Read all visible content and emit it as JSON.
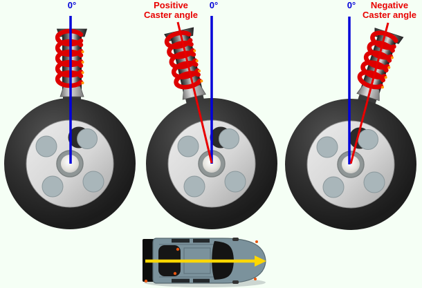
{
  "background_color": "#F5FFF5",
  "palette": {
    "axis_blue": "#0000D8",
    "caster_red": "#E80000",
    "spring_red": "#DD0000",
    "arrow_yellow": "#FFD700",
    "tire_dark": "#1E1E1E",
    "rim_gray": "#D6D6D6",
    "car_body": "#7B929C"
  },
  "figures": [
    {
      "id": "left-zero-caster",
      "axis_label": "0°"
    },
    {
      "id": "center-positive-caster",
      "axis_label": "0°",
      "caster_label_line1": "Positive",
      "caster_label_line2": "Caster angle"
    },
    {
      "id": "right-negative-caster",
      "axis_label": "0°",
      "caster_label_line1": "Negative",
      "caster_label_line2": "Caster angle"
    }
  ],
  "car_inset": {
    "view": "top-down-car",
    "arrow_direction": "right"
  }
}
